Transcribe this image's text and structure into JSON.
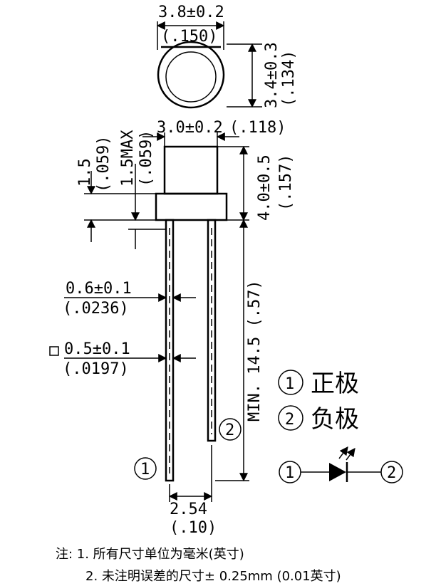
{
  "top_view": {
    "width_dim": "3.8±0.2",
    "width_dim_inch": "(.150)",
    "height_dim": "3.4±0.3",
    "height_dim_inch": "(.134)"
  },
  "side_view": {
    "cap_width": "3.0±0.2",
    "cap_width_inch": "(.118)",
    "cap_height": "4.0±0.5",
    "cap_height_inch": "(.157)",
    "flange": "1.5",
    "flange_inch": "(.059)",
    "flange_max": "1.5MAX",
    "flange_max_inch": "(.059)",
    "lead_width": "0.6±0.1",
    "lead_width_inch": "(.0236)",
    "lead_square": "0.5±0.1",
    "lead_square_inch": "(.0197)",
    "lead_length": "MIN. 14.5 (.57)",
    "pitch": "2.54",
    "pitch_inch": "(.10)"
  },
  "legend": {
    "pin1_num": "1",
    "pin1_label": "正极",
    "pin2_num": "2",
    "pin2_label": "负极"
  },
  "markers": {
    "pin1": "1",
    "pin2": "2"
  },
  "notes": {
    "line1": "注: 1. 所有尺寸单位为毫米(英寸)",
    "line2": "2. 未注明误差的尺寸± 0.25mm (0.01英寸)"
  }
}
